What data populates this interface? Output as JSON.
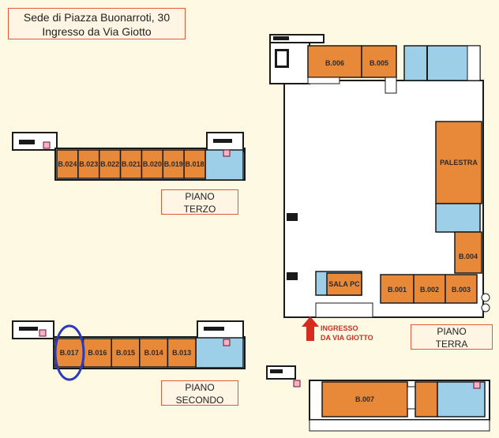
{
  "header": {
    "line1": "Sede di Piazza Buonarroti, 30",
    "line2": "Ingresso da Via Giotto"
  },
  "floors": {
    "terzo": {
      "line1": "PIANO",
      "line2": "TERZO",
      "rooms": [
        "B.024",
        "B.023",
        "B.022",
        "B.021",
        "B.020",
        "B.019",
        "B.018"
      ]
    },
    "secondo": {
      "line1": "PIANO",
      "line2": "SECONDO",
      "rooms": [
        "B.017",
        "B.016",
        "B.015",
        "B.014",
        "B.013"
      ]
    },
    "terra": {
      "line1": "PIANO",
      "line2": "TERRA",
      "rooms_top": [
        "B.006",
        "B.005"
      ],
      "palestra": "PALESTRA",
      "room_right": "B.004",
      "sala_pc": "SALA PC",
      "rooms_bottom": [
        "B.001",
        "B.002",
        "B.003"
      ]
    },
    "seminterrato": {
      "rooms": [
        "B.007"
      ]
    }
  },
  "entrance": {
    "line1": "INGRESSO",
    "line2": "DA VIA GIOTTO"
  },
  "highlight": {
    "room": "B.017",
    "color": "#2B3AB8"
  },
  "colors": {
    "room": "#E8893A",
    "service": "#9DD0E8",
    "accent": "#D42C1F",
    "wall": "#1a1a1a",
    "floor": "#FFFFFF"
  }
}
